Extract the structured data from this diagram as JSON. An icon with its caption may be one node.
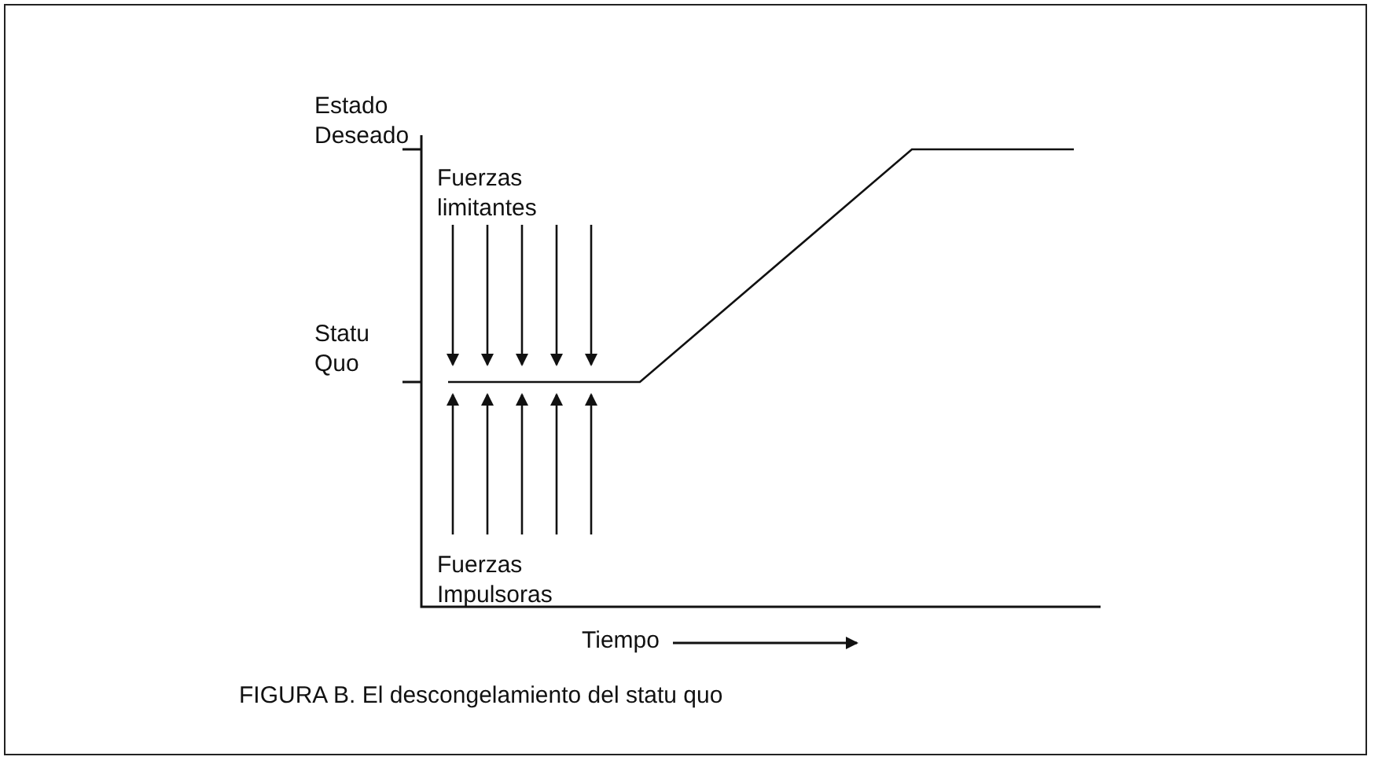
{
  "diagram": {
    "caption": "FIGURA B. El descongelamiento del statu quo",
    "labels": [
      "Estado Deseado",
      "Fuerzas limitantes",
      "Statu Quo",
      "Fuerzas Impulsoras",
      "Tiempo"
    ]
  }
}
